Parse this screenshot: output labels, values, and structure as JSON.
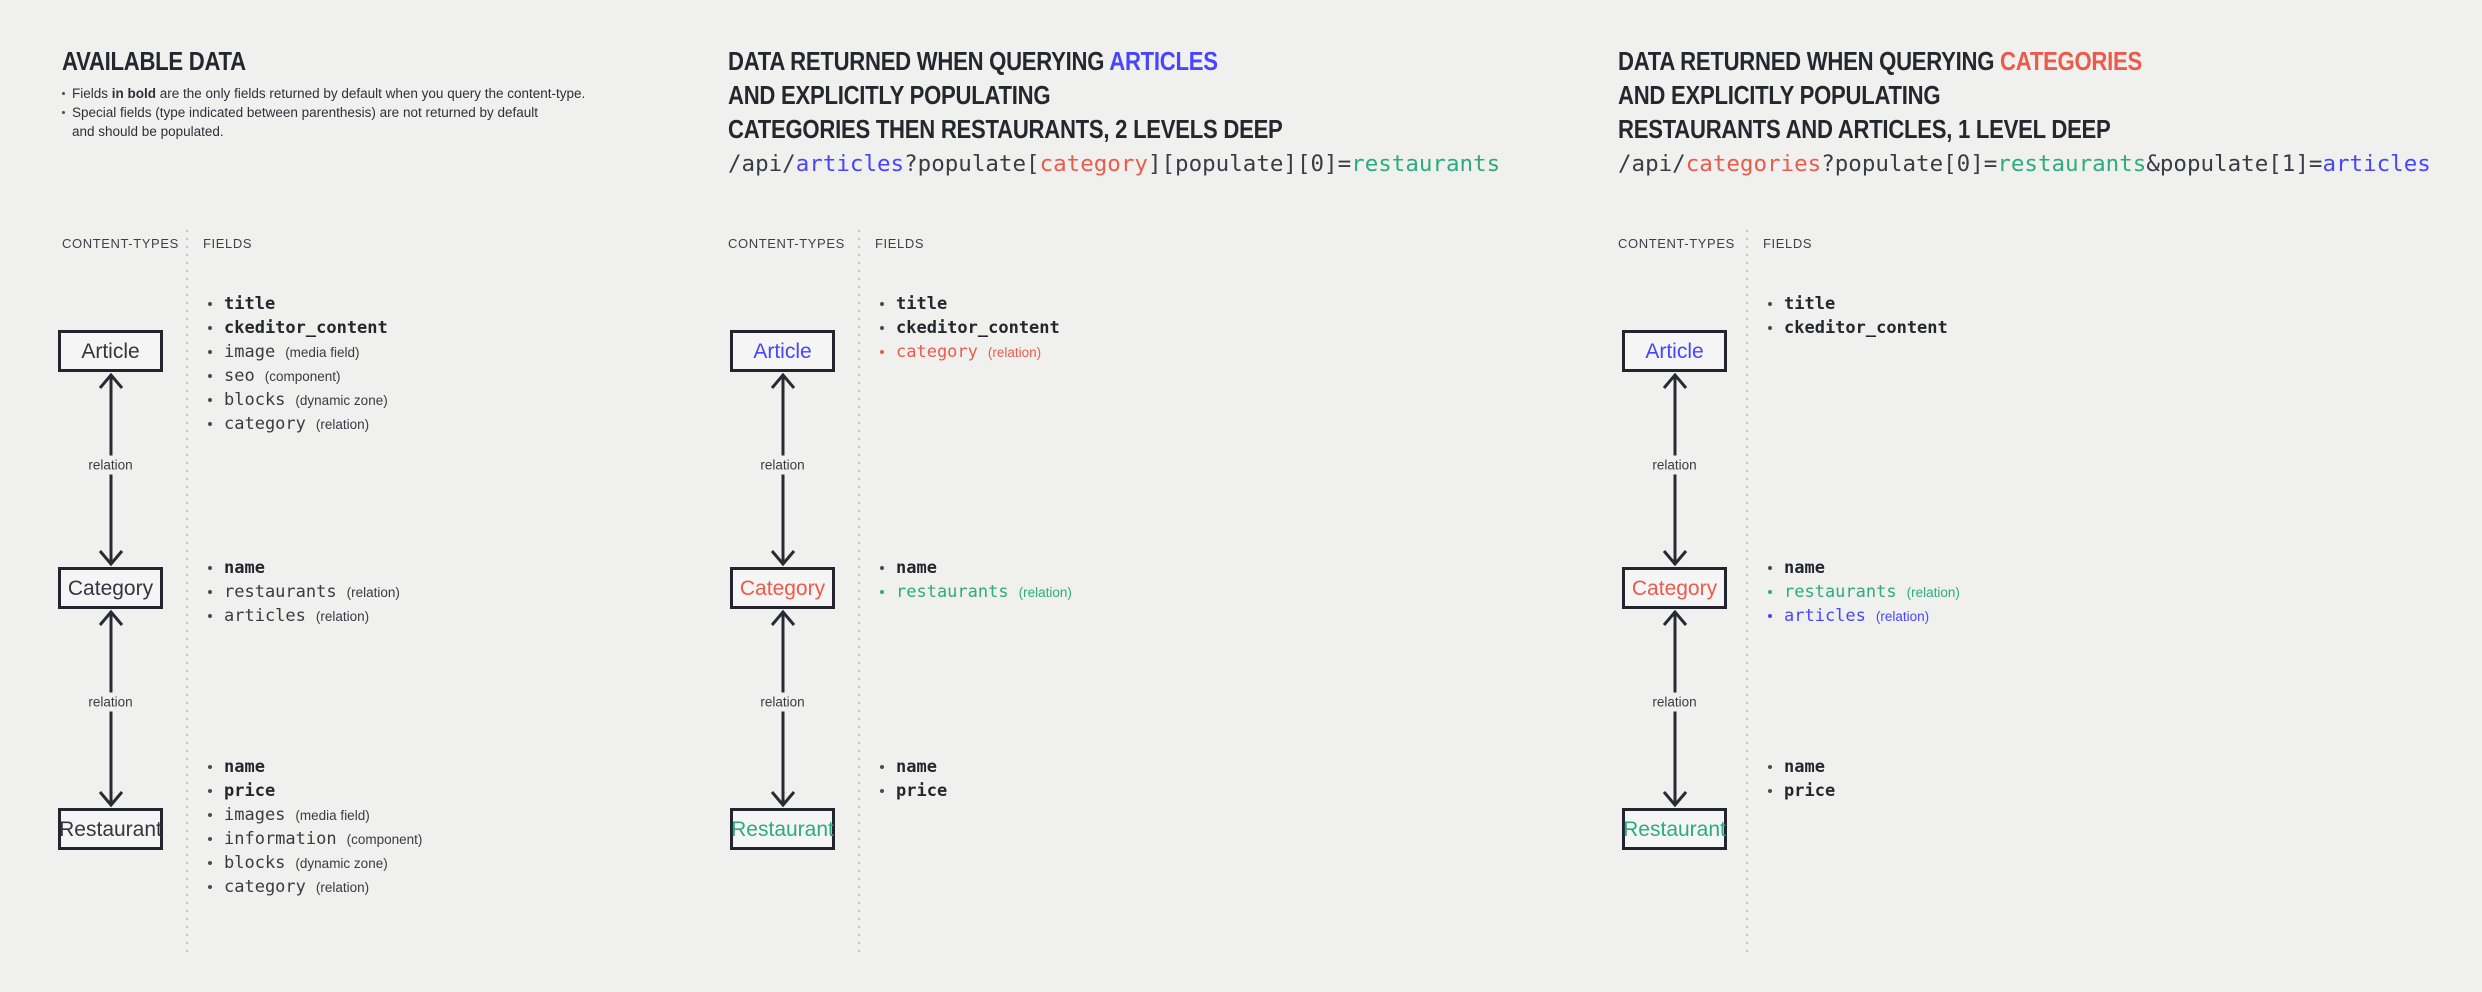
{
  "background": "#f0f0ef",
  "colors": {
    "blue": "#4945ff",
    "red": "#ec5b4a",
    "green": "#2dab80",
    "dark": "#35353f"
  },
  "panels": [
    {
      "id": "available-data",
      "title_lines": [
        {
          "segments": [
            {
              "t": "AVAILABLE DATA"
            }
          ]
        }
      ],
      "notes": [
        {
          "bullet": true,
          "segments": [
            {
              "t": "Fields "
            },
            {
              "t": "in bold",
              "bold": true
            },
            {
              "t": " are the only fields returned by default when you query the content-type."
            }
          ]
        },
        {
          "bullet": true,
          "segments": [
            {
              "t": "Special fields (type indicated between parenthesis) are not returned by default"
            }
          ]
        },
        {
          "bullet": false,
          "segments": [
            {
              "t": "and should be populated."
            }
          ]
        }
      ],
      "column_headers": {
        "content_types": "CONTENT-TYPES",
        "fields": "FIELDS"
      },
      "relation_label": "relation",
      "boxes": [
        {
          "label": "Article",
          "color": "dark",
          "fields": [
            {
              "name": "title",
              "bold": true
            },
            {
              "name": "ckeditor_content",
              "bold": true
            },
            {
              "name": "image",
              "type": "(media field)"
            },
            {
              "name": "seo",
              "type": "(component)"
            },
            {
              "name": "blocks",
              "type": "(dynamic zone)"
            },
            {
              "name": "category",
              "type": "(relation)"
            }
          ]
        },
        {
          "label": "Category",
          "color": "dark",
          "fields": [
            {
              "name": "name",
              "bold": true
            },
            {
              "name": "restaurants",
              "type": "(relation)"
            },
            {
              "name": "articles",
              "type": "(relation)"
            }
          ]
        },
        {
          "label": "Restaurant",
          "color": "dark",
          "fields": [
            {
              "name": "name",
              "bold": true
            },
            {
              "name": "price",
              "bold": true
            },
            {
              "name": "images",
              "type": "(media field)"
            },
            {
              "name": "information",
              "type": "(component)"
            },
            {
              "name": "blocks",
              "type": "(dynamic zone)"
            },
            {
              "name": "category",
              "type": "(relation)"
            }
          ]
        }
      ]
    },
    {
      "id": "query-articles",
      "title_lines": [
        {
          "segments": [
            {
              "t": "DATA RETURNED WHEN QUERYING "
            },
            {
              "t": "ARTICLES",
              "color": "blue"
            }
          ]
        },
        {
          "segments": [
            {
              "t": "AND EXPLICITLY POPULATING"
            }
          ]
        },
        {
          "segments": [
            {
              "t": "CATEGORIES THEN RESTAURANTS, 2 LEVELS DEEP"
            }
          ]
        }
      ],
      "url": [
        {
          "t": "/api/"
        },
        {
          "t": "articles",
          "color": "blue"
        },
        {
          "t": "?populate["
        },
        {
          "t": "category",
          "color": "red"
        },
        {
          "t": "][populate][0]="
        },
        {
          "t": "restaurants",
          "color": "green"
        }
      ],
      "column_headers": {
        "content_types": "CONTENT-TYPES",
        "fields": "FIELDS"
      },
      "relation_label": "relation",
      "boxes": [
        {
          "label": "Article",
          "color": "blue",
          "fields": [
            {
              "name": "title",
              "bold": true
            },
            {
              "name": "ckeditor_content",
              "bold": true
            },
            {
              "name": "category",
              "type": "(relation)",
              "color": "red"
            }
          ]
        },
        {
          "label": "Category",
          "color": "red",
          "fields": [
            {
              "name": "name",
              "bold": true
            },
            {
              "name": "restaurants",
              "type": "(relation)",
              "color": "green"
            }
          ]
        },
        {
          "label": "Restaurant",
          "color": "green",
          "fields": [
            {
              "name": "name",
              "bold": true
            },
            {
              "name": "price",
              "bold": true
            }
          ]
        }
      ]
    },
    {
      "id": "query-categories",
      "title_lines": [
        {
          "segments": [
            {
              "t": "DATA RETURNED WHEN QUERYING "
            },
            {
              "t": "CATEGORIES",
              "color": "red"
            }
          ]
        },
        {
          "segments": [
            {
              "t": "AND EXPLICITLY POPULATING"
            }
          ]
        },
        {
          "segments": [
            {
              "t": "RESTAURANTS AND ARTICLES, 1 LEVEL DEEP"
            }
          ]
        }
      ],
      "url": [
        {
          "t": "/api/"
        },
        {
          "t": "categories",
          "color": "red"
        },
        {
          "t": "?populate[0]="
        },
        {
          "t": "restaurants",
          "color": "green"
        },
        {
          "t": "&populate[1]="
        },
        {
          "t": "articles",
          "color": "blue"
        }
      ],
      "column_headers": {
        "content_types": "CONTENT-TYPES",
        "fields": "FIELDS"
      },
      "relation_label": "relation",
      "boxes": [
        {
          "label": "Article",
          "color": "blue",
          "fields": [
            {
              "name": "title",
              "bold": true
            },
            {
              "name": "ckeditor_content",
              "bold": true
            }
          ]
        },
        {
          "label": "Category",
          "color": "red",
          "fields": [
            {
              "name": "name",
              "bold": true
            },
            {
              "name": "restaurants",
              "type": "(relation)",
              "color": "green"
            },
            {
              "name": "articles",
              "type": "(relation)",
              "color": "blue"
            }
          ]
        },
        {
          "label": "Restaurant",
          "color": "red",
          "fields": []
        }
      ]
    }
  ]
}
